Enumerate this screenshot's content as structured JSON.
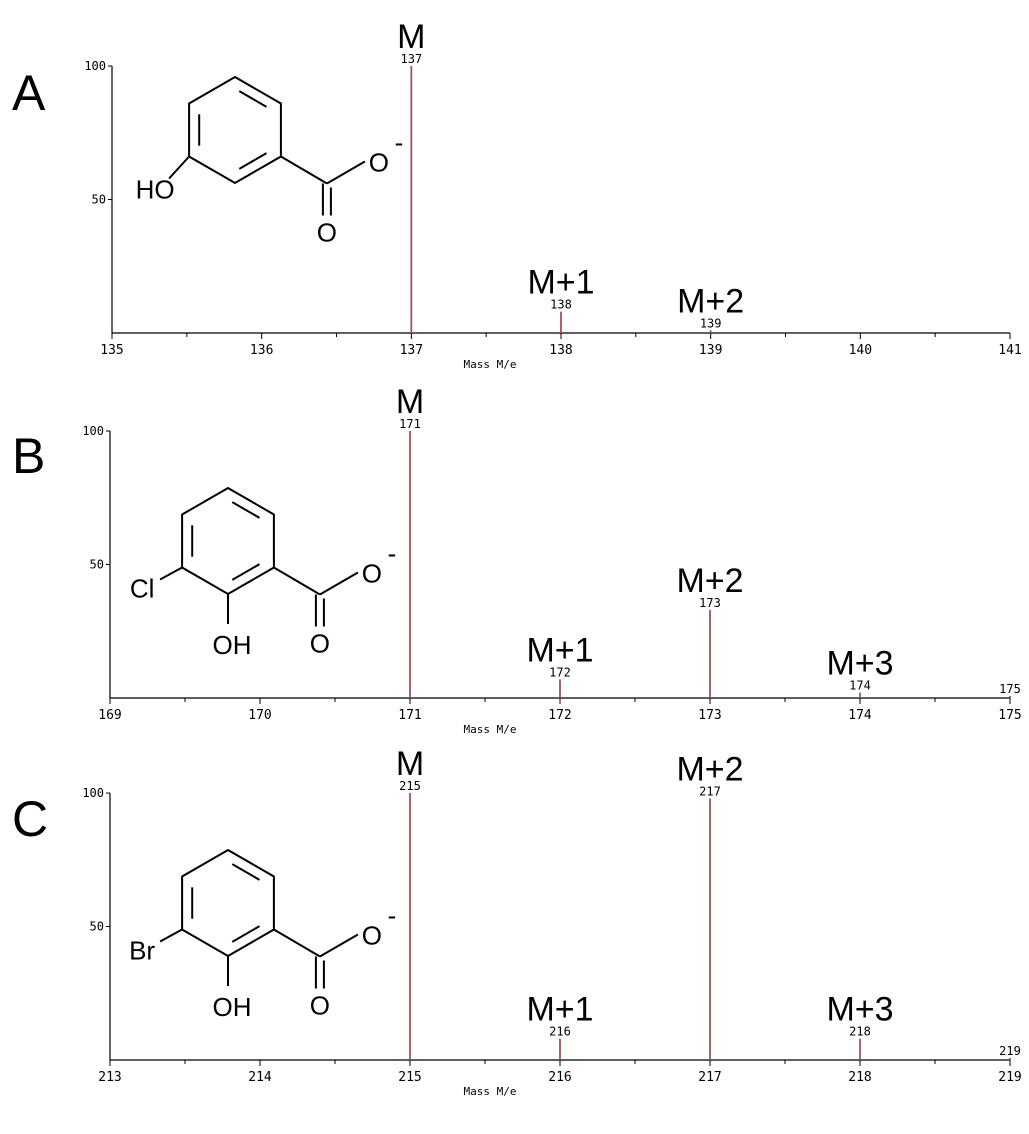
{
  "chart_data": [
    {
      "type": "bar",
      "panel_label": "A",
      "xlabel": "Mass M/e",
      "x_ticks": [
        135,
        136,
        137,
        138,
        139,
        140,
        141
      ],
      "xlim": [
        135,
        141
      ],
      "y_ticks": [
        50,
        100
      ],
      "ylim": [
        0,
        100
      ],
      "peaks": [
        {
          "mz": 137,
          "intensity": 100,
          "label": "137",
          "annotation": "M"
        },
        {
          "mz": 138,
          "intensity": 8,
          "label": "138",
          "annotation": "M+1"
        },
        {
          "mz": 139,
          "intensity": 1,
          "label": "139",
          "annotation": "M+2"
        }
      ],
      "structure": {
        "substituent": "",
        "hydroxyl": "HO",
        "carbonyl_o": "O",
        "anion_o": "O",
        "charge": "-"
      }
    },
    {
      "type": "bar",
      "panel_label": "B",
      "xlabel": "Mass M/e",
      "x_ticks": [
        169,
        170,
        171,
        172,
        173,
        174,
        175
      ],
      "xlim": [
        169,
        175
      ],
      "y_ticks": [
        50,
        100
      ],
      "ylim": [
        0,
        100
      ],
      "peaks": [
        {
          "mz": 171,
          "intensity": 100,
          "label": "171",
          "annotation": "M"
        },
        {
          "mz": 172,
          "intensity": 7,
          "label": "172",
          "annotation": "M+1"
        },
        {
          "mz": 173,
          "intensity": 33,
          "label": "173",
          "annotation": "M+2"
        },
        {
          "mz": 174,
          "intensity": 2,
          "label": "174",
          "annotation": "M+3"
        },
        {
          "mz": 175,
          "intensity": 0.5,
          "label": "175",
          "annotation": ""
        }
      ],
      "structure": {
        "substituent": "Cl",
        "hydroxyl": "OH",
        "carbonyl_o": "O",
        "anion_o": "O",
        "charge": "-"
      }
    },
    {
      "type": "bar",
      "panel_label": "C",
      "xlabel": "Mass M/e",
      "x_ticks": [
        213,
        214,
        215,
        216,
        217,
        218,
        219
      ],
      "xlim": [
        213,
        219
      ],
      "y_ticks": [
        50,
        100
      ],
      "ylim": [
        0,
        100
      ],
      "peaks": [
        {
          "mz": 215,
          "intensity": 100,
          "label": "215",
          "annotation": "M"
        },
        {
          "mz": 216,
          "intensity": 8,
          "label": "216",
          "annotation": "M+1"
        },
        {
          "mz": 217,
          "intensity": 98,
          "label": "217",
          "annotation": "M+2"
        },
        {
          "mz": 218,
          "intensity": 8,
          "label": "218",
          "annotation": "M+3"
        },
        {
          "mz": 219,
          "intensity": 0.5,
          "label": "219",
          "annotation": ""
        }
      ],
      "structure": {
        "substituent": "Br",
        "hydroxyl": "OH",
        "carbonyl_o": "O",
        "anion_o": "O",
        "charge": "-"
      }
    }
  ],
  "colors": {
    "peak": "#a55252",
    "axis": "#000000",
    "background": "#ffffff"
  }
}
